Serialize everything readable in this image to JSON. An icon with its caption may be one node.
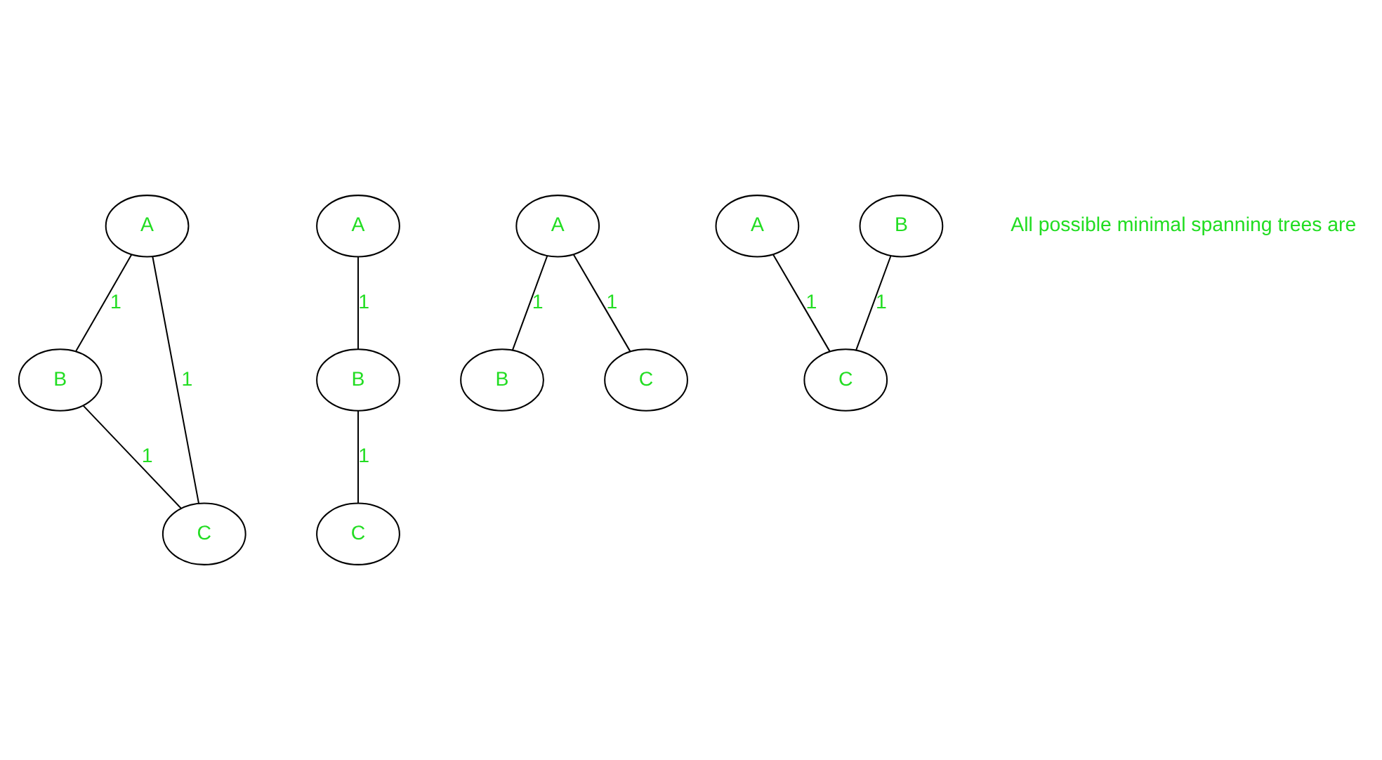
{
  "diagram": {
    "nodes": [
      {
        "text": [
          "A"
        ]
      },
      {
        "text": [
          "B"
        ]
      },
      {
        "text": [
          "C"
        ]
      },
      {
        "text": [
          "A"
        ]
      },
      {
        "text": [
          "B"
        ]
      },
      {
        "text": [
          "C"
        ]
      },
      {
        "text": [
          "A"
        ]
      },
      {
        "text": [
          "B"
        ]
      },
      {
        "text": [
          "C"
        ]
      },
      {
        "text": [
          "A"
        ]
      },
      {
        "text": [
          "B"
        ]
      },
      {
        "text": [
          "C"
        ]
      }
    ],
    "edges": [
      {
        "from": 0,
        "to": 1,
        "arrow": "none",
        "label": "1"
      },
      {
        "from": 0,
        "to": 2,
        "arrow": "none",
        "label": "1"
      },
      {
        "from": 1,
        "to": 2,
        "arrow": "none",
        "label": "1"
      },
      {
        "from": 3,
        "to": 4,
        "arrow": "none",
        "label": "1"
      },
      {
        "from": 4,
        "to": 5,
        "arrow": "none",
        "label": "1"
      },
      {
        "from": 6,
        "to": 7,
        "arrow": "none",
        "label": "1"
      },
      {
        "from": 6,
        "to": 8,
        "arrow": "none",
        "label": "1"
      },
      {
        "from": 9,
        "to": 11,
        "arrow": "none",
        "label": "1"
      },
      {
        "from": 10,
        "to": 11,
        "arrow": "none",
        "label": "1"
      }
    ],
    "labels": [
      "All possible minimal spanning trees are"
    ]
  }
}
